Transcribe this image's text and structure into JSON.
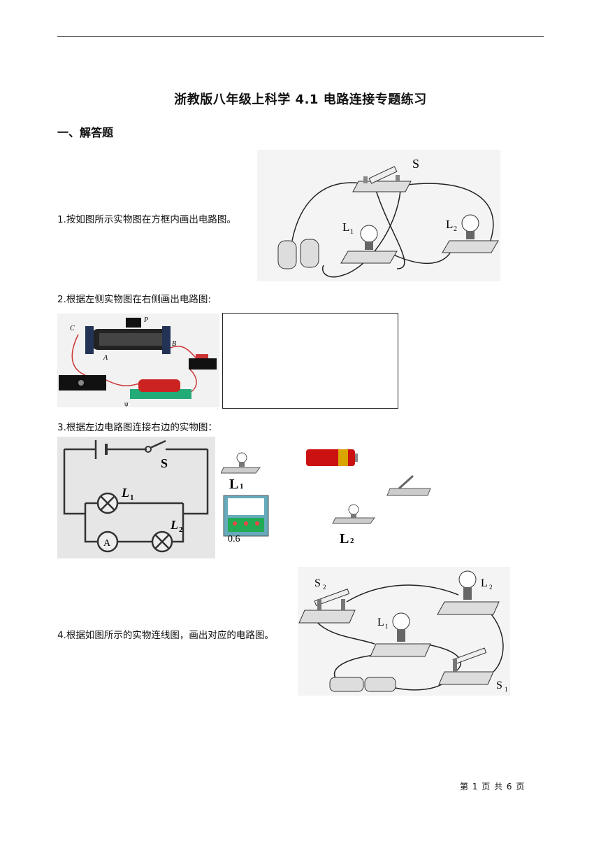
{
  "doc": {
    "title": "浙教版八年级上科学 4.1 电路连接专题练习",
    "section": "一、解答题"
  },
  "questions": [
    {
      "text": "1.按如图所示实物图在方框内画出电路图。"
    },
    {
      "text": "2.根据左侧实物图在右侧画出电路图:"
    },
    {
      "text": "3.根据左边电路图连接右边的实物图："
    },
    {
      "text": "4.根据如图所示的实物连线图，画出对应的电路图。"
    }
  ],
  "fig1": {
    "switch_label": "S",
    "lamp1_label": "L",
    "lamp1_sub": "1",
    "lamp2_label": "L",
    "lamp2_sub": "2"
  },
  "fig2": {
    "label_c": "C",
    "label_p": "P",
    "label_a": "A",
    "label_b": "B",
    "label_psi": "ψ"
  },
  "fig3": {
    "switch_label": "S",
    "l1_main": "L",
    "l1_sub": "1",
    "l2_main": "L",
    "l2_sub": "2",
    "ammeter": "A",
    "meter_value": "0.6",
    "lamp_l1_caption": "L",
    "lamp_l1_caption_sub": "1",
    "lamp_l2_caption": "L",
    "lamp_l2_caption_sub": "2"
  },
  "fig4": {
    "s2_main": "S",
    "s2_sub": "2",
    "l2_main": "L",
    "l2_sub": "2",
    "l1_main": "L",
    "l1_sub": "1",
    "s1_main": "S",
    "s1_sub": "1"
  },
  "footer": "第 1 页 共 6 页"
}
